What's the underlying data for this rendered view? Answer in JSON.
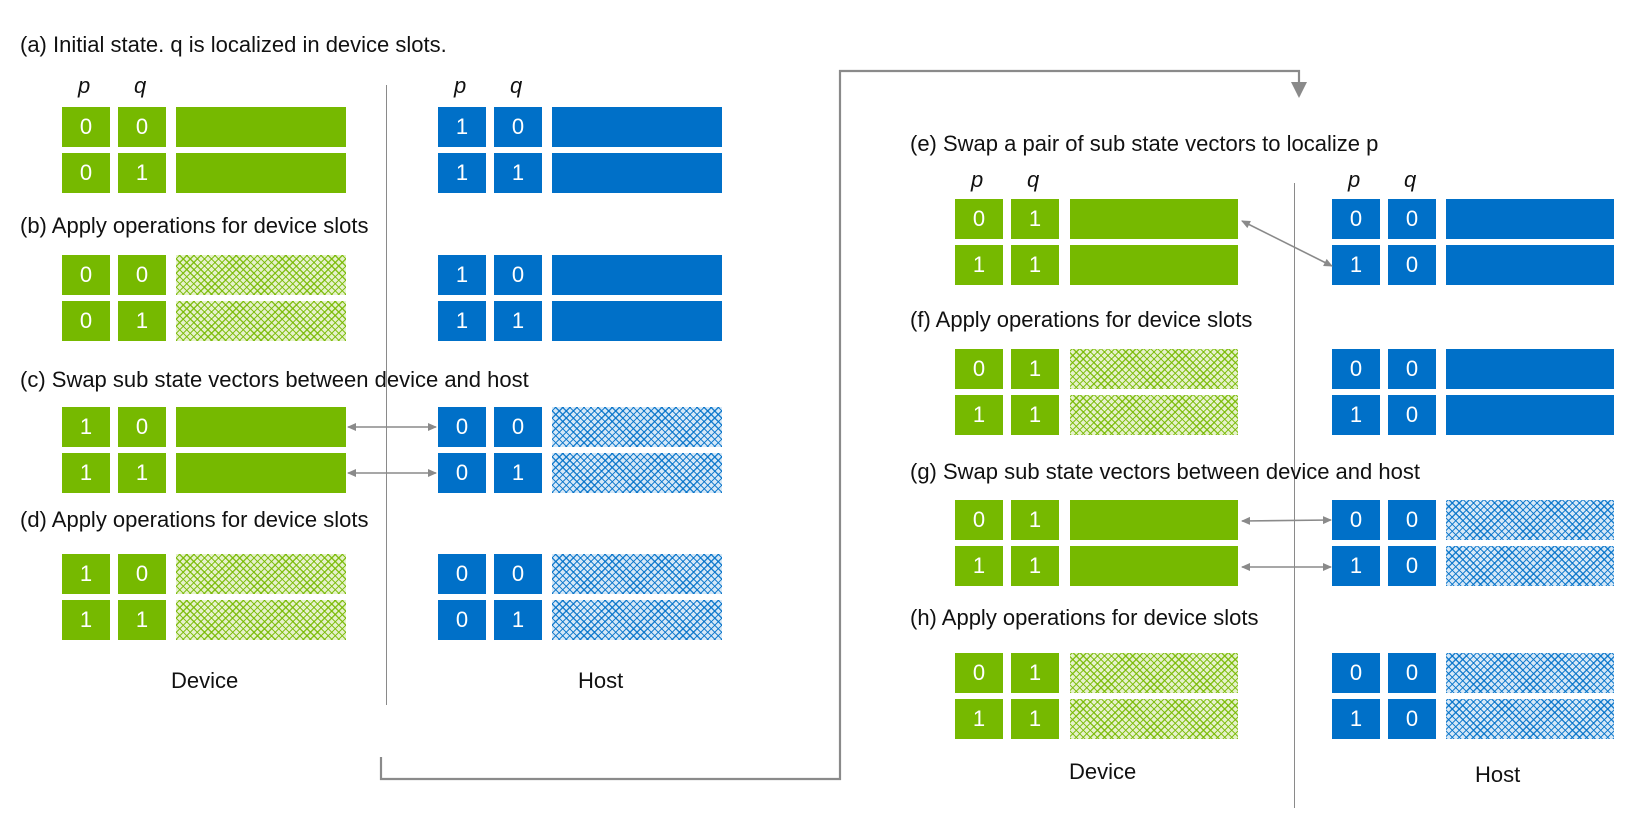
{
  "panels": [
    {
      "id": "a",
      "label": "(a) Initial state. q is localized in device slots.",
      "device": [
        {
          "p": "0",
          "q": "0",
          "state": "solid"
        },
        {
          "p": "0",
          "q": "1",
          "state": "solid"
        }
      ],
      "host": [
        {
          "p": "1",
          "q": "0",
          "state": "solid"
        },
        {
          "p": "1",
          "q": "1",
          "state": "solid"
        }
      ]
    },
    {
      "id": "b",
      "label": "(b) Apply operations for device slots",
      "device": [
        {
          "p": "0",
          "q": "0",
          "state": "pattern"
        },
        {
          "p": "0",
          "q": "1",
          "state": "pattern"
        }
      ],
      "host": [
        {
          "p": "1",
          "q": "0",
          "state": "solid"
        },
        {
          "p": "1",
          "q": "1",
          "state": "solid"
        }
      ]
    },
    {
      "id": "c",
      "label": "(c) Swap sub state vectors between device and host",
      "device": [
        {
          "p": "1",
          "q": "0",
          "state": "solid"
        },
        {
          "p": "1",
          "q": "1",
          "state": "solid"
        }
      ],
      "host": [
        {
          "p": "0",
          "q": "0",
          "state": "pattern"
        },
        {
          "p": "0",
          "q": "1",
          "state": "pattern"
        }
      ]
    },
    {
      "id": "d",
      "label": "(d) Apply operations for device slots",
      "device": [
        {
          "p": "1",
          "q": "0",
          "state": "pattern"
        },
        {
          "p": "1",
          "q": "1",
          "state": "pattern"
        }
      ],
      "host": [
        {
          "p": "0",
          "q": "0",
          "state": "pattern"
        },
        {
          "p": "0",
          "q": "1",
          "state": "pattern"
        }
      ]
    },
    {
      "id": "e",
      "label": "(e) Swap a pair of sub state vectors to localize p",
      "device": [
        {
          "p": "0",
          "q": "1",
          "state": "solid"
        },
        {
          "p": "1",
          "q": "1",
          "state": "solid"
        }
      ],
      "host": [
        {
          "p": "0",
          "q": "0",
          "state": "solid"
        },
        {
          "p": "1",
          "q": "0",
          "state": "solid"
        }
      ]
    },
    {
      "id": "f",
      "label": "(f) Apply operations for device slots",
      "device": [
        {
          "p": "0",
          "q": "1",
          "state": "pattern"
        },
        {
          "p": "1",
          "q": "1",
          "state": "pattern"
        }
      ],
      "host": [
        {
          "p": "0",
          "q": "0",
          "state": "solid"
        },
        {
          "p": "1",
          "q": "0",
          "state": "solid"
        }
      ]
    },
    {
      "id": "g",
      "label": "(g) Swap sub state vectors between device and host",
      "device": [
        {
          "p": "0",
          "q": "1",
          "state": "solid"
        },
        {
          "p": "1",
          "q": "1",
          "state": "solid"
        }
      ],
      "host": [
        {
          "p": "0",
          "q": "0",
          "state": "pattern"
        },
        {
          "p": "1",
          "q": "0",
          "state": "pattern"
        }
      ]
    },
    {
      "id": "h",
      "label": "(h) Apply operations for device slots",
      "device": [
        {
          "p": "0",
          "q": "1",
          "state": "pattern"
        },
        {
          "p": "1",
          "q": "1",
          "state": "pattern"
        }
      ],
      "host": [
        {
          "p": "0",
          "q": "0",
          "state": "pattern"
        },
        {
          "p": "1",
          "q": "0",
          "state": "pattern"
        }
      ]
    }
  ],
  "column_headers": {
    "p": "p",
    "q": "q"
  },
  "footer": {
    "device": "Device",
    "host": "Host"
  },
  "colors": {
    "device": "#76b900",
    "host": "#0070c8",
    "line": "#8a8a8a"
  }
}
